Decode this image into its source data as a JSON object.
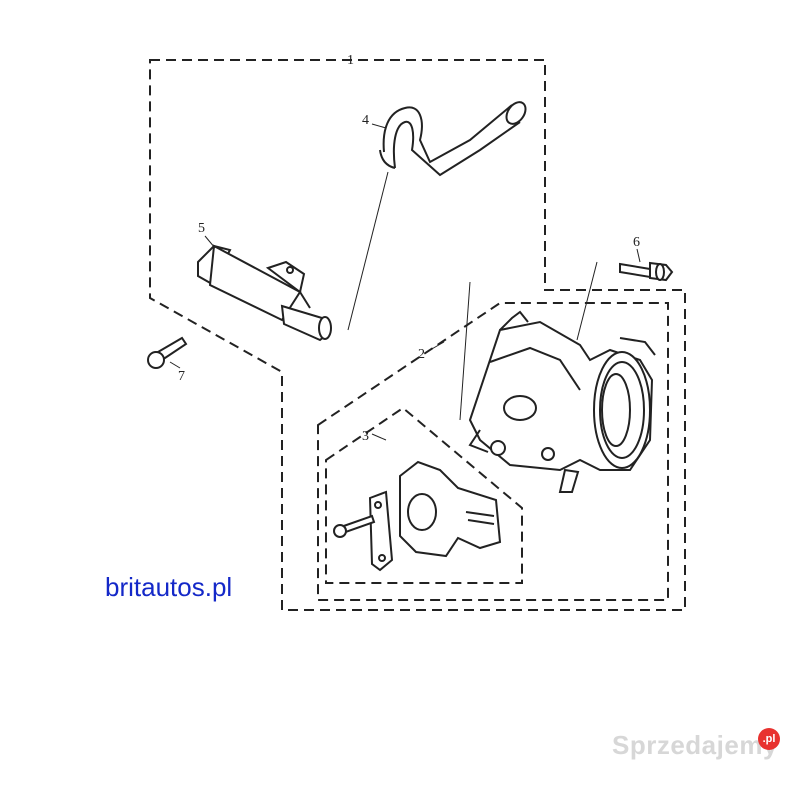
{
  "callouts": {
    "c1": "1",
    "c2": "2",
    "c3": "3",
    "c4": "4",
    "c5": "5",
    "c6": "6",
    "c7": "7"
  },
  "site_label": "britautos.pl",
  "watermark": {
    "text": "Sprzedajemy",
    "badge": ".pl"
  },
  "colors": {
    "line": "#222222",
    "site_label": "#1428c8",
    "watermark": "#d7d7d7",
    "badge": "#e8322f"
  }
}
